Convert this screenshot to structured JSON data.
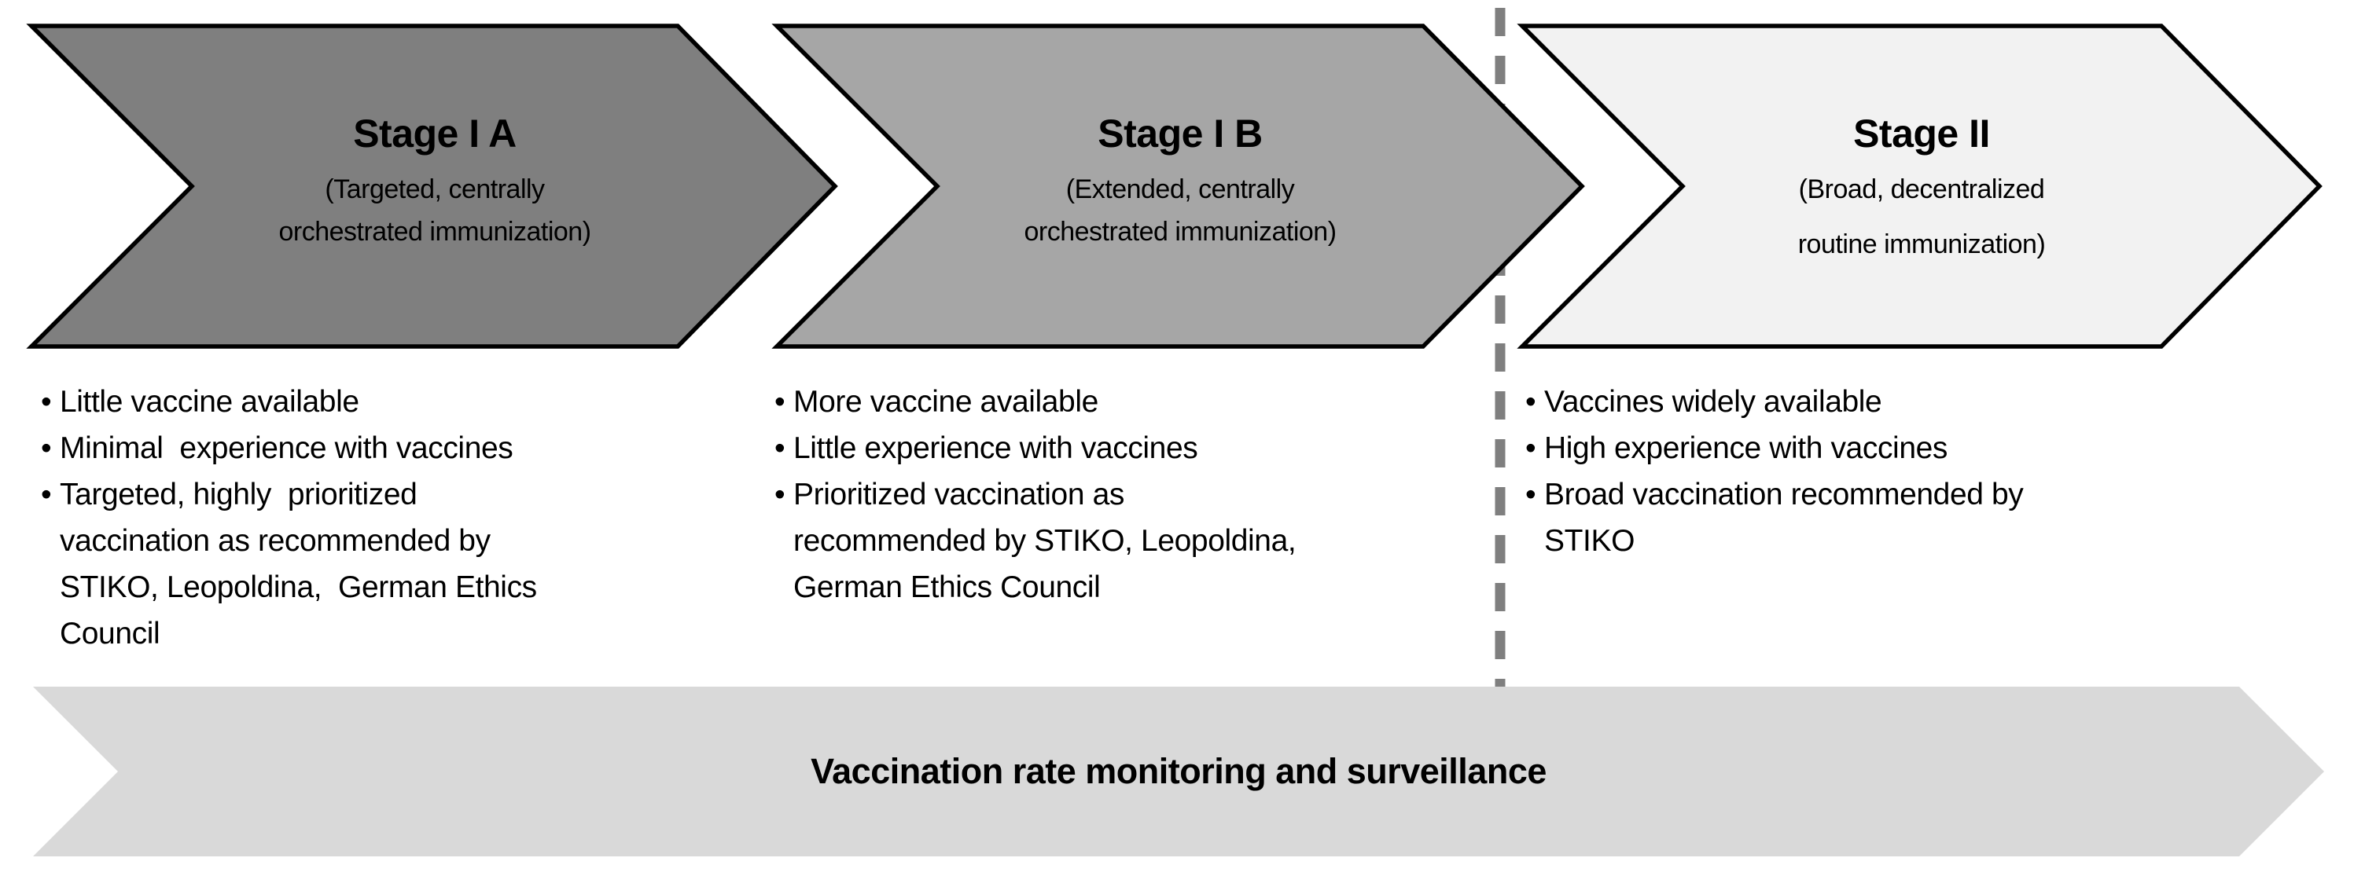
{
  "diagram": {
    "bullet_glyph": "•",
    "stages": [
      {
        "title": "Stage I A",
        "subtitle_lines": [
          "(Targeted, centrally",
          "orchestrated immunization)"
        ],
        "fill": "#7f7f7f",
        "bullets": [
          {
            "lines": [
              "Little vaccine available"
            ]
          },
          {
            "lines": [
              "Minimal  experience with vaccines"
            ]
          },
          {
            "lines": [
              "Targeted, highly  prioritized",
              "vaccination as recommended by",
              "STIKO, Leopoldina,  German Ethics",
              "Council"
            ]
          }
        ]
      },
      {
        "title": "Stage I B",
        "subtitle_lines": [
          "(Extended, centrally",
          "orchestrated immunization)"
        ],
        "fill": "#a6a6a6",
        "bullets": [
          {
            "lines": [
              "More vaccine available"
            ]
          },
          {
            "lines": [
              "Little experience with vaccines"
            ]
          },
          {
            "lines": [
              "Prioritized vaccination as",
              "recommended by STIKO, Leopoldina,",
              "German Ethics Council"
            ]
          }
        ]
      },
      {
        "title": "Stage II",
        "subtitle_lines": [
          "(Broad, decentralized",
          "routine immunization)"
        ],
        "fill": "#f2f2f2",
        "bullets": [
          {
            "lines": [
              "Vaccines widely available"
            ]
          },
          {
            "lines": [
              "High experience with vaccines"
            ]
          },
          {
            "lines": [
              "Broad vaccination recommended by",
              "STIKO"
            ]
          }
        ]
      }
    ],
    "banner": {
      "label": "Vaccination rate monitoring and surveillance",
      "fill": "#d9d9d9"
    },
    "colors": {
      "outline": "#000000",
      "divider": "#7f7f7f",
      "background": "#ffffff"
    }
  }
}
